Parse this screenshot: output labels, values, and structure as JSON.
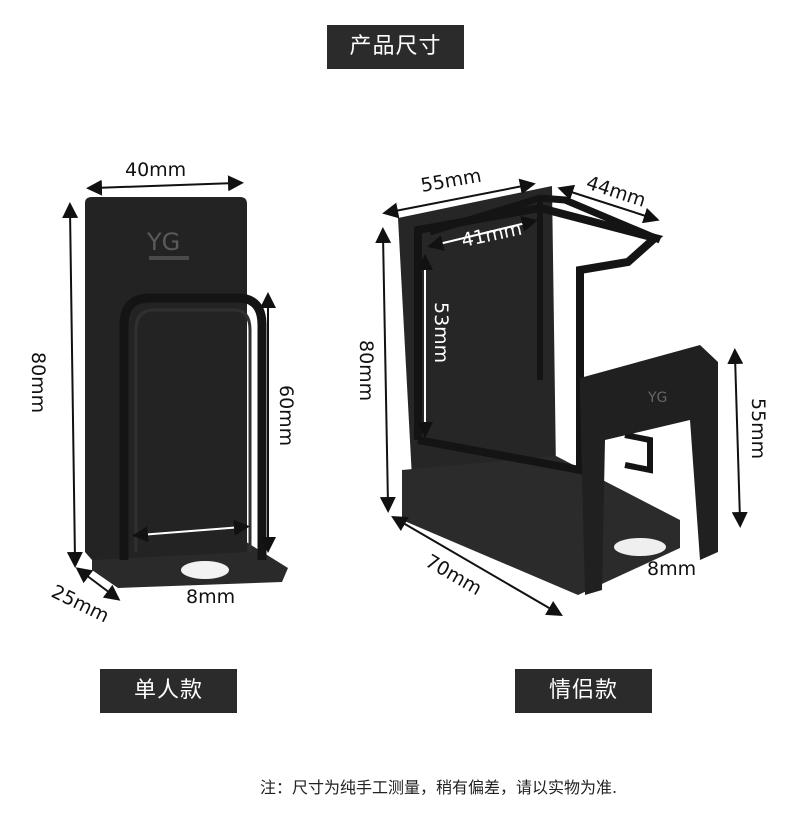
{
  "title": "产品尺寸",
  "labels": {
    "single": "单人款",
    "couple": "情侣款"
  },
  "note": "注：尺寸为纯手工测量，稍有偏差，请以实物为准.",
  "product_single": {
    "logo_text": "YG",
    "dimensions": {
      "width": "40mm",
      "height": "80mm",
      "inner_height": "60mm",
      "depth": "25mm",
      "slot": "8mm"
    }
  },
  "product_couple": {
    "logo_text": "YG",
    "dimensions": {
      "top_width": "55mm",
      "inner_width": "41mm",
      "side_depth": "44mm",
      "height": "80mm",
      "inner_height": "53mm",
      "front_height": "55mm",
      "base_length": "70mm",
      "slot": "8mm"
    }
  },
  "colors": {
    "label_bg": "#2b2b2b",
    "product": "#1f1f1f"
  }
}
